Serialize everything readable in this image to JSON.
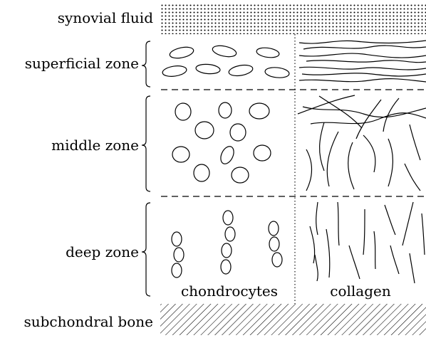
{
  "labels": {
    "synovial_fluid": "synovial fluid",
    "superficial_zone": "superficial zone",
    "middle_zone": "middle zone",
    "deep_zone": "deep zone",
    "subchondral_bone": "subchondral bone",
    "chondrocytes": "chondrocytes",
    "collagen": "collagen"
  }
}
